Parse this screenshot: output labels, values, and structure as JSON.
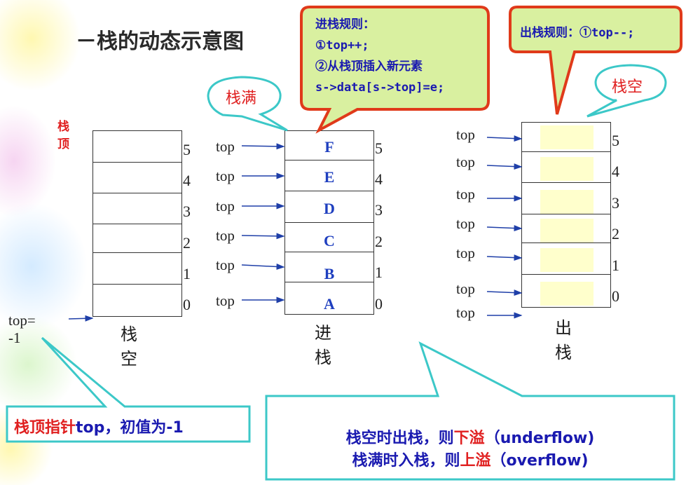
{
  "title": "－栈的动态示意图",
  "diagram1": {
    "top_label": "栈顶",
    "indices": [
      "5",
      "4",
      "3",
      "2",
      "1",
      "0"
    ],
    "pointer_label": "top= -1",
    "caption": "栈空"
  },
  "diagram2": {
    "callout": "栈满",
    "top_labels": [
      "top",
      "top",
      "top",
      "top",
      "top",
      "top"
    ],
    "cells": [
      "F",
      "E",
      "D",
      "C",
      "B",
      "A"
    ],
    "indices": [
      "5",
      "4",
      "3",
      "2",
      "1",
      "0"
    ],
    "caption": "进栈"
  },
  "diagram3": {
    "callout": "栈空",
    "top_labels": [
      "top",
      "top",
      "top",
      "top",
      "top",
      "top",
      "top"
    ],
    "indices": [
      "5",
      "4",
      "3",
      "2",
      "1",
      "0"
    ],
    "caption": "出栈"
  },
  "push_rule": {
    "line1": "进栈规则：",
    "line2": "①top++;",
    "line3": "②从栈顶插入新元素",
    "line4": "s->data[s->top]=e;"
  },
  "pop_rule": {
    "line1": "出栈规则：①top--;"
  },
  "pointer_note": {
    "part1": "栈顶指针",
    "part2": "top",
    "part3": "，初值为-1"
  },
  "overflow_note": {
    "line1_a": "栈空时出栈，则",
    "line1_b": "下溢",
    "line1_c": "（underflow)",
    "line2_a": "栈满时入栈，则",
    "line2_b": "上溢",
    "line2_c": "（overflow)"
  },
  "colors": {
    "accent_red": "#e02020",
    "callout_border_red": "#e03a1a",
    "callout_fill": "#d9f0a0",
    "teal_border": "#3cc8c8",
    "cell_letter_blue": "#1f3fbf"
  }
}
